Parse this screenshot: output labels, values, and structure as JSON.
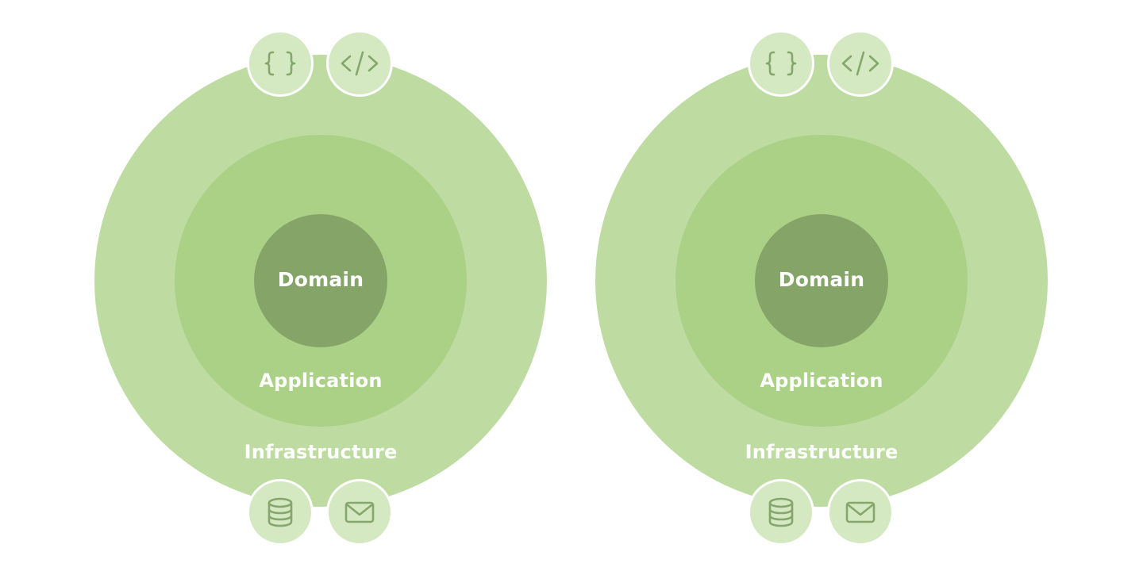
{
  "colors": {
    "infrastructure_fill": "#bedca2",
    "application_fill": "#aad186",
    "domain_fill": "#85a568",
    "badge_fill": "#d4e9c2",
    "icon_stroke": "#86a76b",
    "label_text": "#ffffff"
  },
  "diagrams": [
    {
      "domain_label": "Domain",
      "application_label": "Application",
      "infrastructure_label": "Infrastructure",
      "icons": [
        "curly-braces-icon",
        "code-tag-icon",
        "database-icon",
        "mail-icon"
      ]
    },
    {
      "domain_label": "Domain",
      "application_label": "Application",
      "infrastructure_label": "Infrastructure",
      "icons": [
        "curly-braces-icon",
        "code-tag-icon",
        "database-icon",
        "mail-icon"
      ]
    }
  ]
}
